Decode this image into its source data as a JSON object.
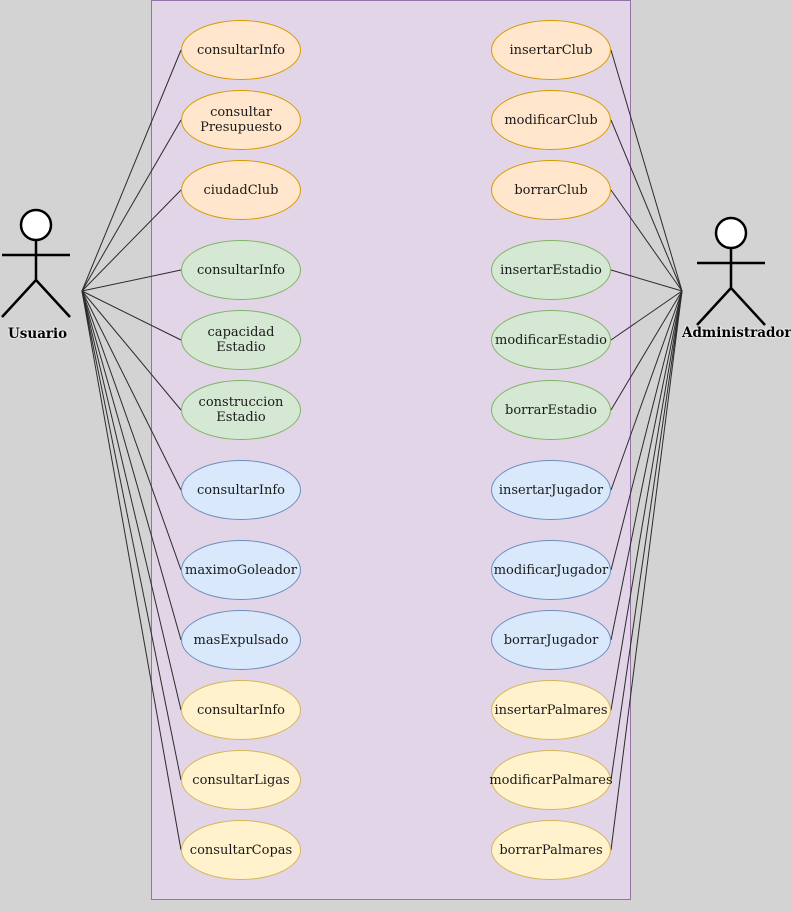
{
  "colors": {
    "background": "#d3d3d3",
    "boundary_fill": "#e1d5e7",
    "boundary_stroke": "#9673a6",
    "orange_fill": "#ffe6cc",
    "orange_stroke": "#d79b00",
    "green_fill": "#d5e8d4",
    "green_stroke": "#82b366",
    "blue_fill": "#dae8fc",
    "blue_stroke": "#6c8ebf",
    "yellow_fill": "#fff2cc",
    "yellow_stroke": "#d6b656"
  },
  "actors": {
    "left": {
      "label": "Usuario",
      "icon": "stick-figure-actor-icon"
    },
    "right": {
      "label": "Administrador",
      "icon": "stick-figure-actor-icon"
    }
  },
  "use_cases_left": [
    {
      "label": "consultarInfo",
      "group": "orange"
    },
    {
      "label": "consultar\nPresupuesto",
      "group": "orange"
    },
    {
      "label": "ciudadClub",
      "group": "orange"
    },
    {
      "label": "consultarInfo",
      "group": "green"
    },
    {
      "label": "capacidad\nEstadio",
      "group": "green"
    },
    {
      "label": "construccion\nEstadio",
      "group": "green"
    },
    {
      "label": "consultarInfo",
      "group": "blue"
    },
    {
      "label": "maximoGoleador",
      "group": "blue"
    },
    {
      "label": "masExpulsado",
      "group": "blue"
    },
    {
      "label": "consultarInfo",
      "group": "yellow"
    },
    {
      "label": "consultarLigas",
      "group": "yellow"
    },
    {
      "label": "consultarCopas",
      "group": "yellow"
    }
  ],
  "use_cases_right": [
    {
      "label": "insertarClub",
      "group": "orange"
    },
    {
      "label": "modificarClub",
      "group": "orange"
    },
    {
      "label": "borrarClub",
      "group": "orange"
    },
    {
      "label": "insertarEstadio",
      "group": "green"
    },
    {
      "label": "modificarEstadio",
      "group": "green"
    },
    {
      "label": "borrarEstadio",
      "group": "green"
    },
    {
      "label": "insertarJugador",
      "group": "blue"
    },
    {
      "label": "modificarJugador",
      "group": "blue"
    },
    {
      "label": "borrarJugador",
      "group": "blue"
    },
    {
      "label": "insertarPalmares",
      "group": "yellow"
    },
    {
      "label": "modificarPalmares",
      "group": "yellow"
    },
    {
      "label": "borrarPalmares",
      "group": "yellow"
    }
  ]
}
